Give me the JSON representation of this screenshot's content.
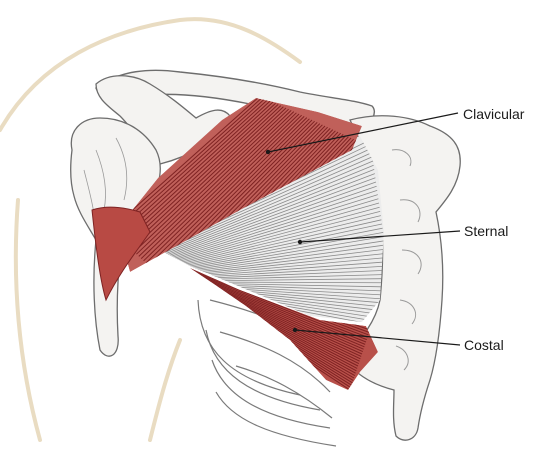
{
  "labels": {
    "clavicular": "Clavicular",
    "sternal": "Sternal",
    "costal": "Costal"
  },
  "colors": {
    "muscle": "#a83a3a",
    "muscle_dark": "#7e2222",
    "sternal_fibers": "#8a8a8a",
    "bone_outline": "#6d6d6d",
    "bone_fill": "#f4f3f1",
    "skin_outline": "#e9dcc2",
    "leader_line": "#1a1a1a"
  }
}
